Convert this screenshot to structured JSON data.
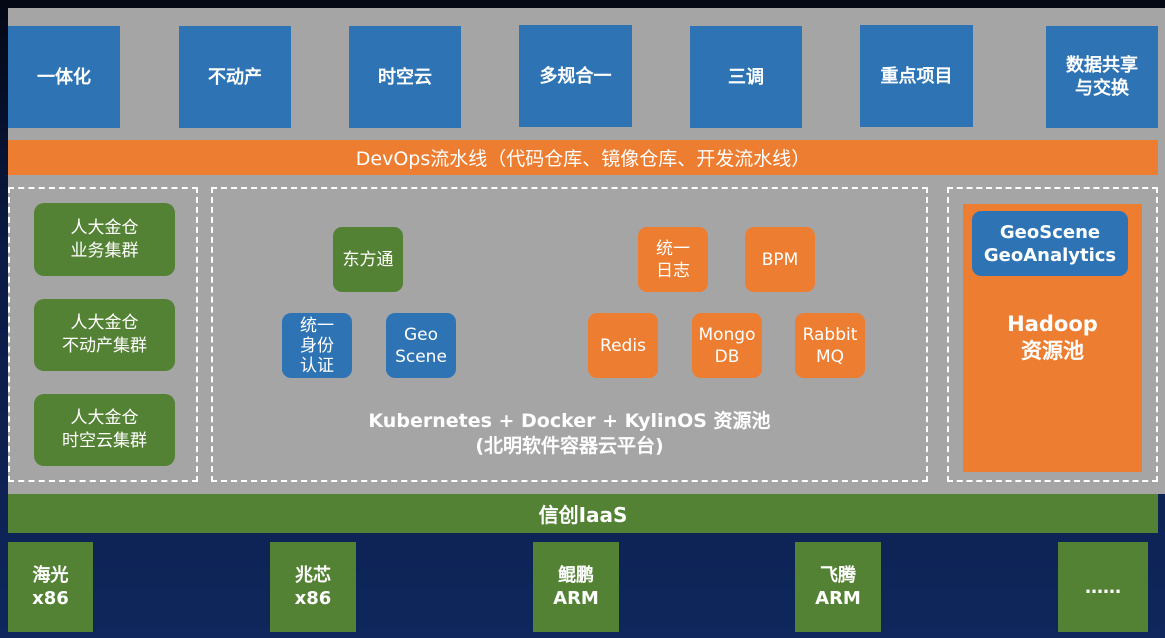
{
  "applications": [
    {
      "label": "一体化"
    },
    {
      "label": "不动产"
    },
    {
      "label": "时空云"
    },
    {
      "label": "多规合一"
    },
    {
      "label": "三调"
    },
    {
      "label": "重点项目"
    },
    {
      "label": "数据共享\n与交换"
    }
  ],
  "devops_bar": {
    "label": "DevOps流水线（代码仓库、镜像仓库、开发流水线）"
  },
  "database_clusters": [
    {
      "label": "人大金仓\n业务集群"
    },
    {
      "label": "人大金仓\n不动产集群"
    },
    {
      "label": "人大金仓\n时空云集群"
    }
  ],
  "container_platform": {
    "services": [
      {
        "label": "东方通",
        "color": "#548235"
      },
      {
        "label": "统一\n身份\n认证",
        "color": "#2e74b5"
      },
      {
        "label": "Geo\nScene",
        "color": "#2e74b5"
      },
      {
        "label": "统一\n日志",
        "color": "#ed7d31"
      },
      {
        "label": "BPM",
        "color": "#ed7d31"
      },
      {
        "label": "Redis",
        "color": "#ed7d31"
      },
      {
        "label": "Mongo\nDB",
        "color": "#ed7d31"
      },
      {
        "label": "Rabbit\nMQ",
        "color": "#ed7d31"
      }
    ],
    "title_line1": "Kubernetes + Docker + KylinOS 资源池",
    "title_line2": "(北明软件容器云平台)"
  },
  "hadoop_pool": {
    "geoanalytics_label": "GeoScene\nGeoAnalytics",
    "title": "Hadoop\n资源池"
  },
  "iaas_bar": {
    "label": "信创IaaS"
  },
  "hardware": [
    {
      "label": "海光\nx86"
    },
    {
      "label": "兆芯\nx86"
    },
    {
      "label": "鲲鹏\nARM"
    },
    {
      "label": "飞腾\nARM"
    },
    {
      "label": "……"
    }
  ],
  "colors": {
    "app_blue": "#2e74b5",
    "devops_orange": "#ed7d31",
    "iaas_green": "#548235",
    "panel_gray": "#a5a5a5",
    "background_navy": "#0f275c"
  }
}
